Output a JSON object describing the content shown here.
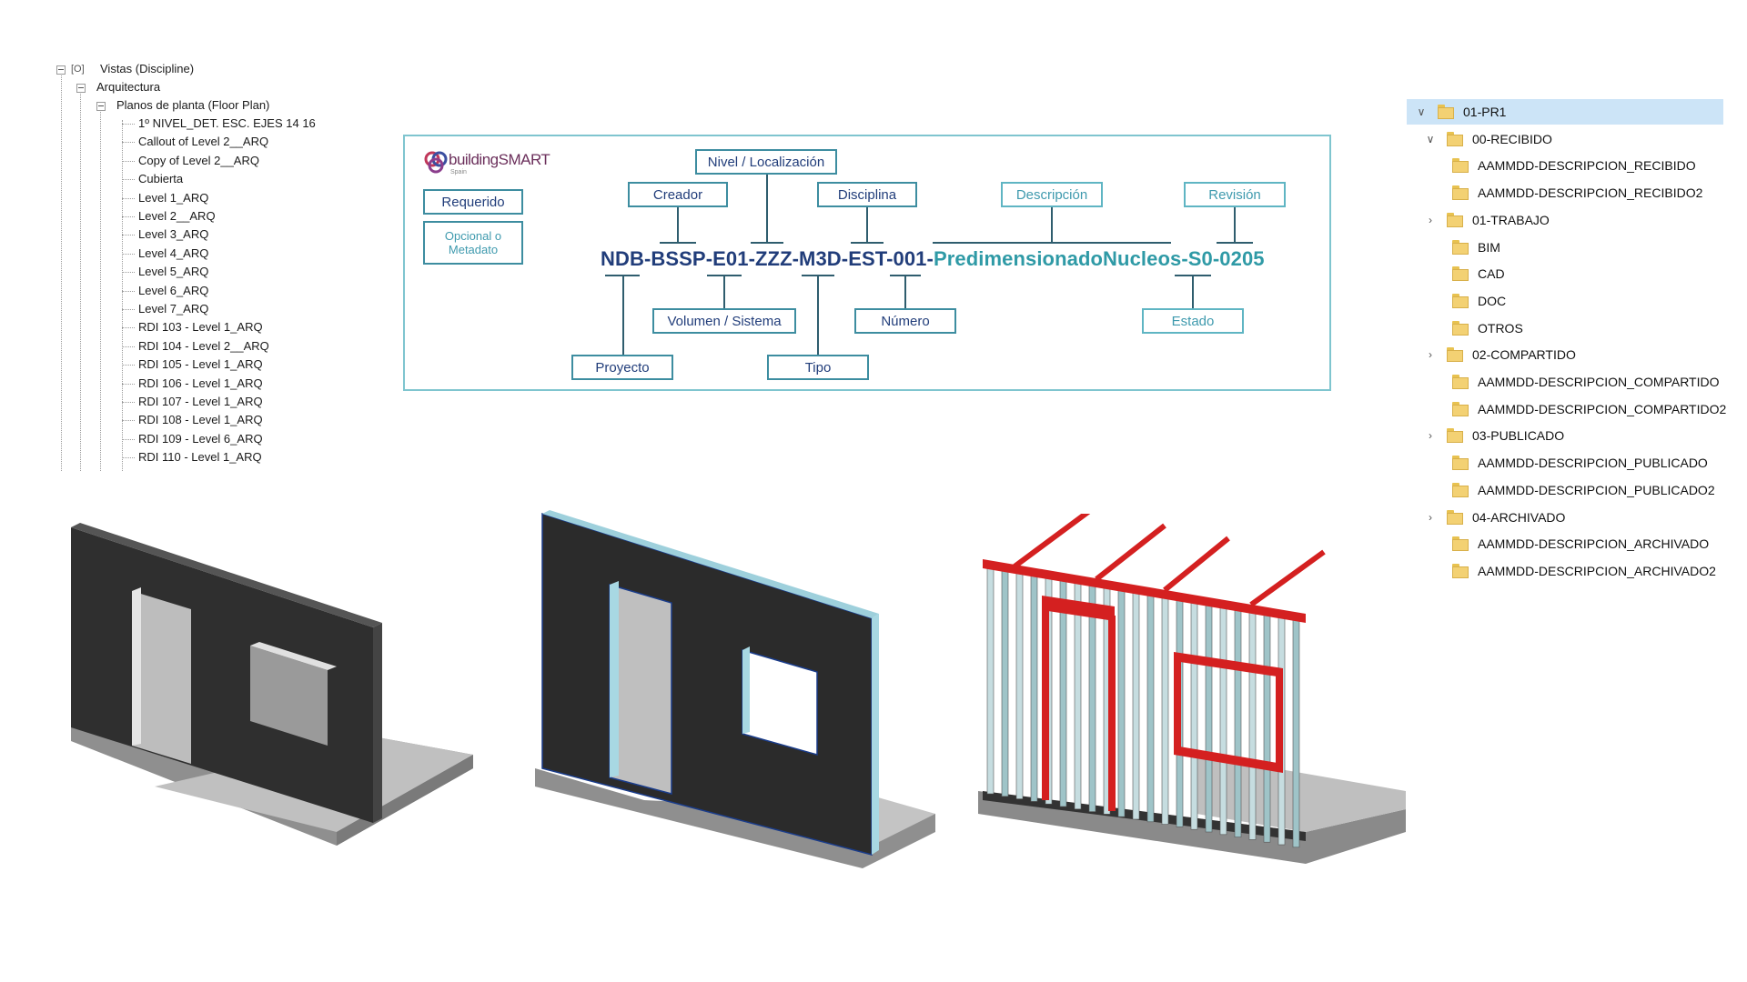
{
  "project_browser": {
    "root": "Vistas (Discipline)",
    "discipline": "Arquitectura",
    "view_type": "Planos de planta (Floor Plan)",
    "views": [
      "1º NIVEL_DET. ESC. EJES 14 16",
      "Callout of Level 2__ARQ",
      "Copy of Level 2__ARQ",
      "Cubierta",
      "Level 1_ARQ",
      "Level 2__ARQ",
      "Level 3_ARQ",
      "Level 4_ARQ",
      "Level 5_ARQ",
      "Level 6_ARQ",
      "Level 7_ARQ",
      "RDI 103 - Level 1_ARQ",
      "RDI 104 - Level 2__ARQ",
      "RDI 105 - Level 1_ARQ",
      "RDI 106 - Level 1_ARQ",
      "RDI 107 - Level 1_ARQ",
      "RDI 108 - Level 1_ARQ",
      "RDI 109 - Level 6_ARQ",
      "RDI 110 - Level 1_ARQ"
    ]
  },
  "naming_diagram": {
    "logo": "buildingSMART",
    "logo_sub": "Spain",
    "legend_required": "Requerido",
    "legend_optional": "Opcional o Metadato",
    "code_required": "NDB-BSSP-E01-ZZZ-M3D-EST-001-",
    "code_optional": "PredimensionadoNucleos-S0-0205",
    "labels": {
      "nivel": "Nivel / Localización",
      "creador": "Creador",
      "disciplina": "Disciplina",
      "descripcion": "Descripción",
      "revision": "Revisión",
      "volumen": "Volumen / Sistema",
      "numero": "Número",
      "estado": "Estado",
      "proyecto": "Proyecto",
      "tipo": "Tipo"
    }
  },
  "folder_tree": [
    {
      "label": "01-PR1",
      "level": 0,
      "expanded": true,
      "selected": true
    },
    {
      "label": "00-RECIBIDO",
      "level": 1,
      "expanded": true
    },
    {
      "label": "AAMMDD-DESCRIPCION_RECIBIDO",
      "level": 2
    },
    {
      "label": "AAMMDD-DESCRIPCION_RECIBIDO2",
      "level": 2
    },
    {
      "label": "01-TRABAJO",
      "level": 1,
      "expanded": false
    },
    {
      "label": "BIM",
      "level": 2
    },
    {
      "label": "CAD",
      "level": 2
    },
    {
      "label": "DOC",
      "level": 2
    },
    {
      "label": "OTROS",
      "level": 2
    },
    {
      "label": "02-COMPARTIDO",
      "level": 1,
      "expanded": false
    },
    {
      "label": "AAMMDD-DESCRIPCION_COMPARTIDO",
      "level": 2
    },
    {
      "label": "AAMMDD-DESCRIPCION_COMPARTIDO2",
      "level": 2
    },
    {
      "label": "03-PUBLICADO",
      "level": 1,
      "expanded": false
    },
    {
      "label": "AAMMDD-DESCRIPCION_PUBLICADO",
      "level": 2
    },
    {
      "label": "AAMMDD-DESCRIPCION_PUBLICADO2",
      "level": 2
    },
    {
      "label": "04-ARCHIVADO",
      "level": 1,
      "expanded": false
    },
    {
      "label": "AAMMDD-DESCRIPCION_ARCHIVADO",
      "level": 2
    },
    {
      "label": "AAMMDD-DESCRIPCION_ARCHIVADO2",
      "level": 2
    }
  ],
  "colors": {
    "required": "#213d7a",
    "optional": "#2f9aa6",
    "box_border": "#3d8da0",
    "frame_border": "#7fc5cf",
    "selection": "#cce4f7",
    "folder": "#f3d173",
    "steel_red": "#d42020",
    "wall_dark": "#2f2f2f"
  }
}
